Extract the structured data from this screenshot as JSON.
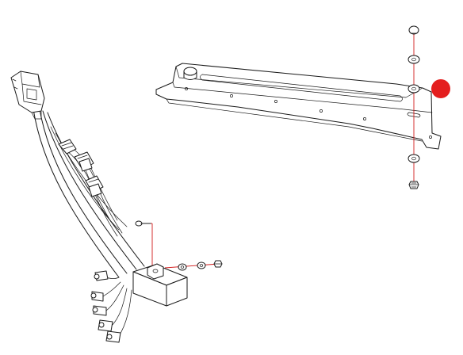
{
  "figure": {
    "type": "exploded-parts-diagram",
    "background": "#ffffff",
    "line_color": "#1a1a1a",
    "leader_line_color": "#d21a1a",
    "highlight_color": "#e41e1e",
    "highlighted_part": "washer-on-mounting-bracket-stack",
    "parts": [
      "wiring-harness",
      "connector-plug",
      "inline-connectors",
      "control-module-box",
      "module-screw",
      "module-washers",
      "module-nut",
      "mounting-bracket",
      "bracket-stud",
      "bracket-fastener-stack"
    ]
  }
}
